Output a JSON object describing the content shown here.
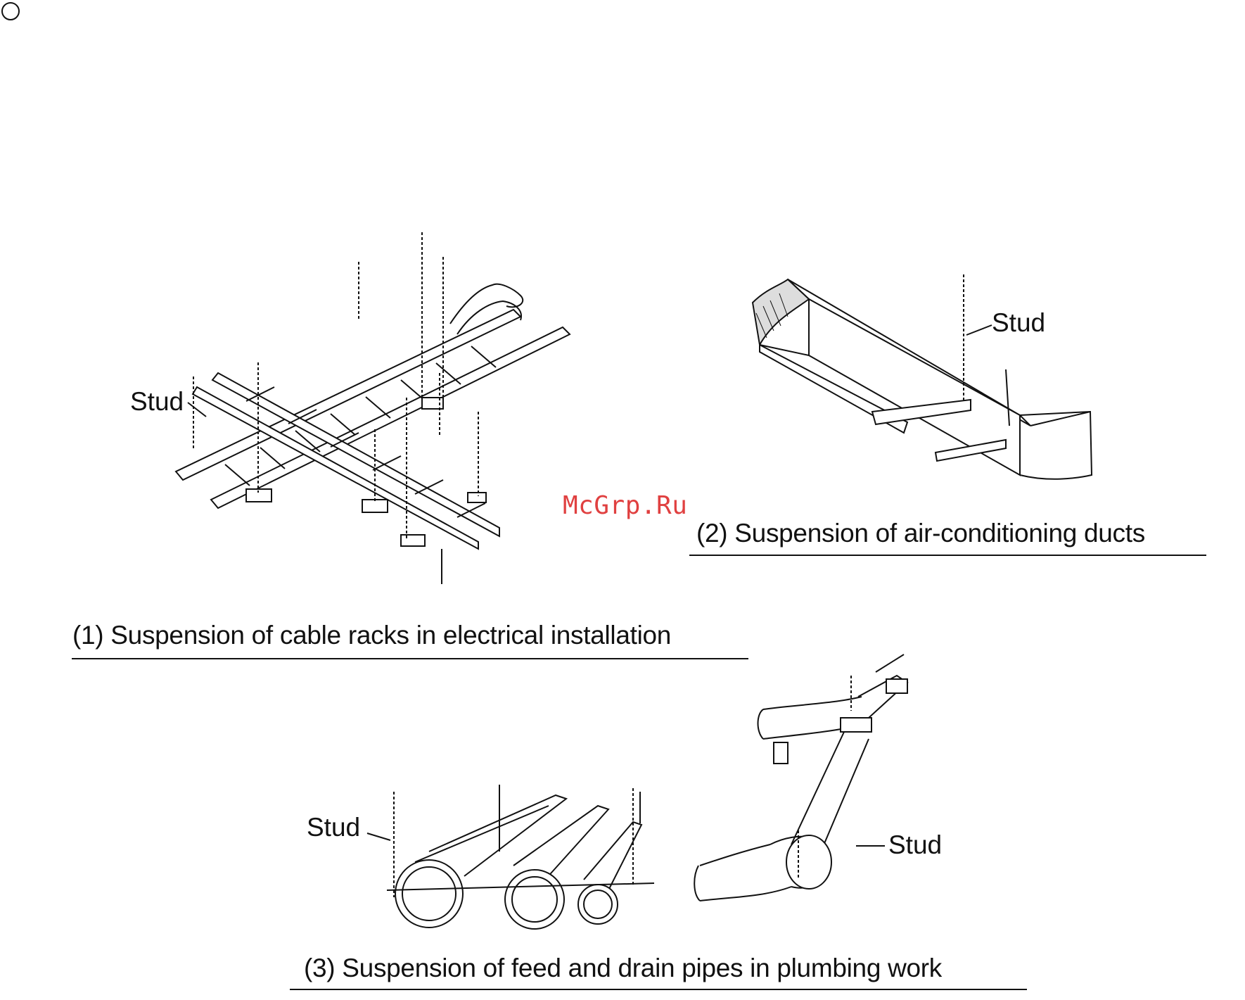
{
  "watermark": "McGrp.Ru",
  "figures": [
    {
      "caption": "(1) Suspension of cable racks in electrical installation",
      "labels": [
        "Stud"
      ]
    },
    {
      "caption": "(2) Suspension of air-conditioning ducts",
      "labels": [
        "Stud"
      ]
    },
    {
      "caption": "(3) Suspension of feed and drain pipes in plumbing work",
      "labels": [
        "Stud",
        "Stud"
      ]
    }
  ],
  "colors": {
    "ink": "#111111",
    "watermark": "#e04040",
    "background": "#ffffff"
  }
}
